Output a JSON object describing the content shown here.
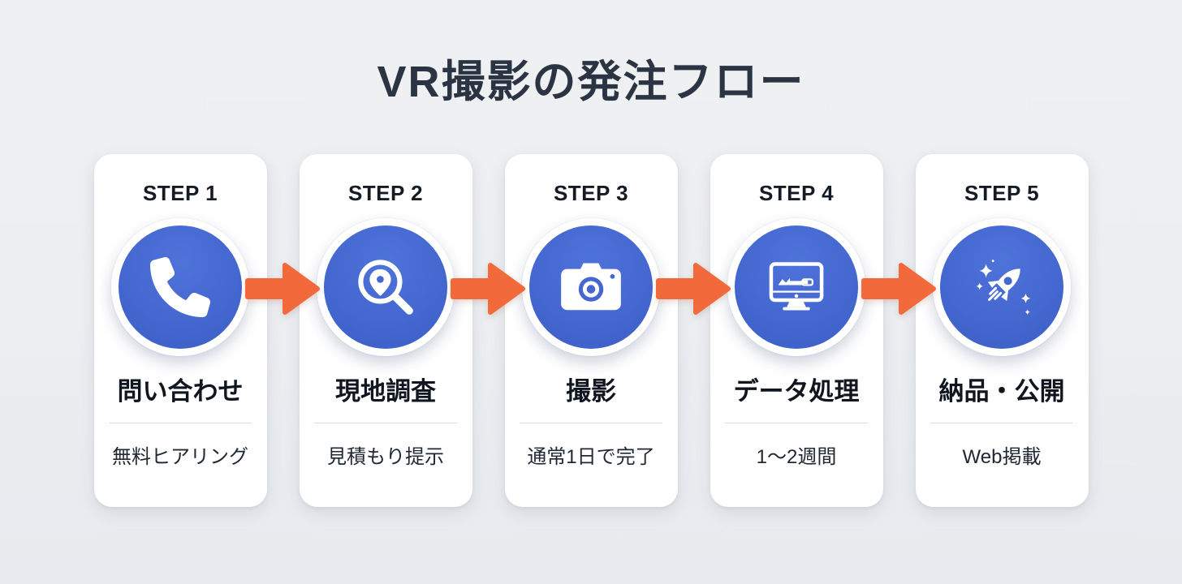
{
  "page": {
    "title": "VR撮影の発注フロー"
  },
  "colors": {
    "background": "#eceef1",
    "card": "#ffffff",
    "accent_blue": "#4467d0",
    "accent_blue_light": "#4e73d9",
    "accent_blue_dark": "#3c5fc6",
    "arrow_orange": "#f2693c",
    "title_color": "#2b3442",
    "step_label_color": "#141b24",
    "card_title_color": "#10161f",
    "subtitle_color": "#202833",
    "divider_color": "#dcdfe5"
  },
  "steps": [
    {
      "label": "STEP 1",
      "icon": "phone-icon",
      "title": "問い合わせ",
      "subtitle": "無料ヒアリング"
    },
    {
      "label": "STEP 2",
      "icon": "map-search-icon",
      "title": "現地調査",
      "subtitle": "見積もり提示"
    },
    {
      "label": "STEP 3",
      "icon": "camera-icon",
      "title": "撮影",
      "subtitle": "通常1日で完了"
    },
    {
      "label": "STEP 4",
      "icon": "monitor-processing-icon",
      "title": "データ処理",
      "subtitle": "1〜2週間"
    },
    {
      "label": "STEP 5",
      "icon": "rocket-icon",
      "title": "納品・公開",
      "subtitle": "Web掲載"
    }
  ]
}
